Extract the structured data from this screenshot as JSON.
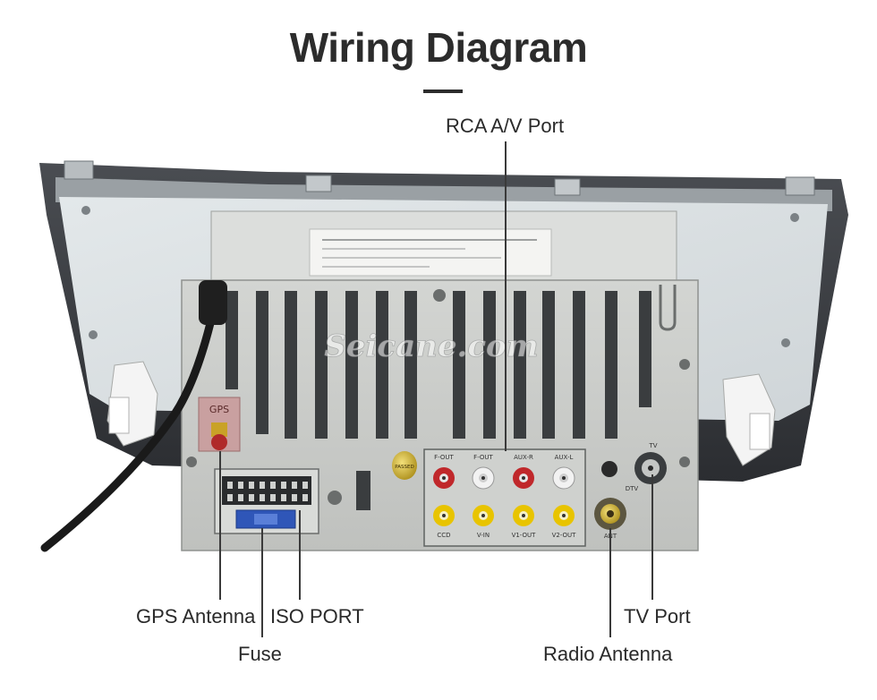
{
  "title": "Wiring Diagram",
  "watermark": "Seicane.com",
  "labels": {
    "rca_av_port": "RCA A/V Port",
    "gps_antenna": "GPS Antenna",
    "iso_port": "ISO PORT",
    "fuse": "Fuse",
    "tv_port": "TV Port",
    "radio_antenna": "Radio Antenna"
  },
  "unit_markings": {
    "gps": "GPS",
    "badge": "PASSED",
    "tv": "TV",
    "dtv": "DTV",
    "ant": "ANT",
    "rca_top": [
      "F-OUT",
      "F-OUT",
      "AUX-R",
      "AUX-L"
    ],
    "rca_bottom": [
      "CCD",
      "V-IN",
      "V1-OUT",
      "V2-OUT"
    ]
  },
  "colors": {
    "title": "#2c2c2c",
    "pointer": "#3a3a3a",
    "chassis": "#c9cbc8",
    "rca_red": "#c0282b",
    "rca_white": "#f2f2f2",
    "rca_yellow": "#e8c400",
    "gps_connector": "#b02a2a"
  }
}
